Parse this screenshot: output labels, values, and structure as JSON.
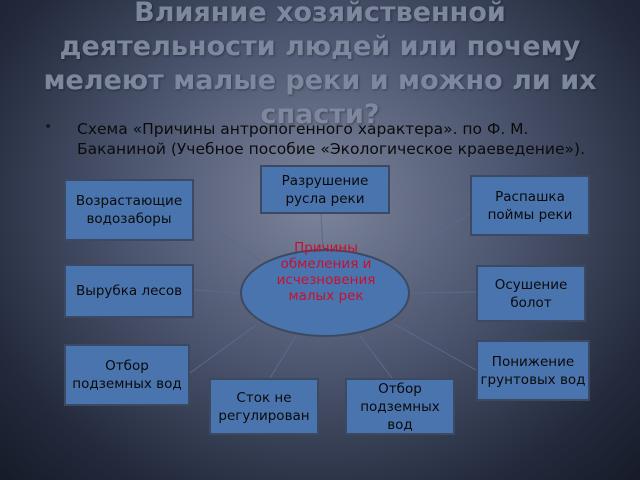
{
  "slide": {
    "title": "Влияние хозяйственной деятельности людей или почему мелеют малые реки и можно ли их спасти?",
    "bullet": "•",
    "intro": "Схема «Причины антропогенного характера». по Ф. М. Баканиной (Учебное пособие «Экологическое краеведение»)."
  },
  "diagram": {
    "center": "Причины обмеления и исчезновения малых рек",
    "causes": [
      "Возрастающие водозаборы",
      "Разрушение русла реки",
      "Распашка поймы реки",
      "Вырубка лесов",
      "Осушение болот",
      "Отбор подземных вод",
      "Понижение грунтовых вод",
      "Сток не регулирован",
      "Отбор подземных вод"
    ]
  },
  "colors": {
    "box_fill": "#4a74ad",
    "center_text": "#c8102e",
    "title_text": "#7d889e"
  }
}
